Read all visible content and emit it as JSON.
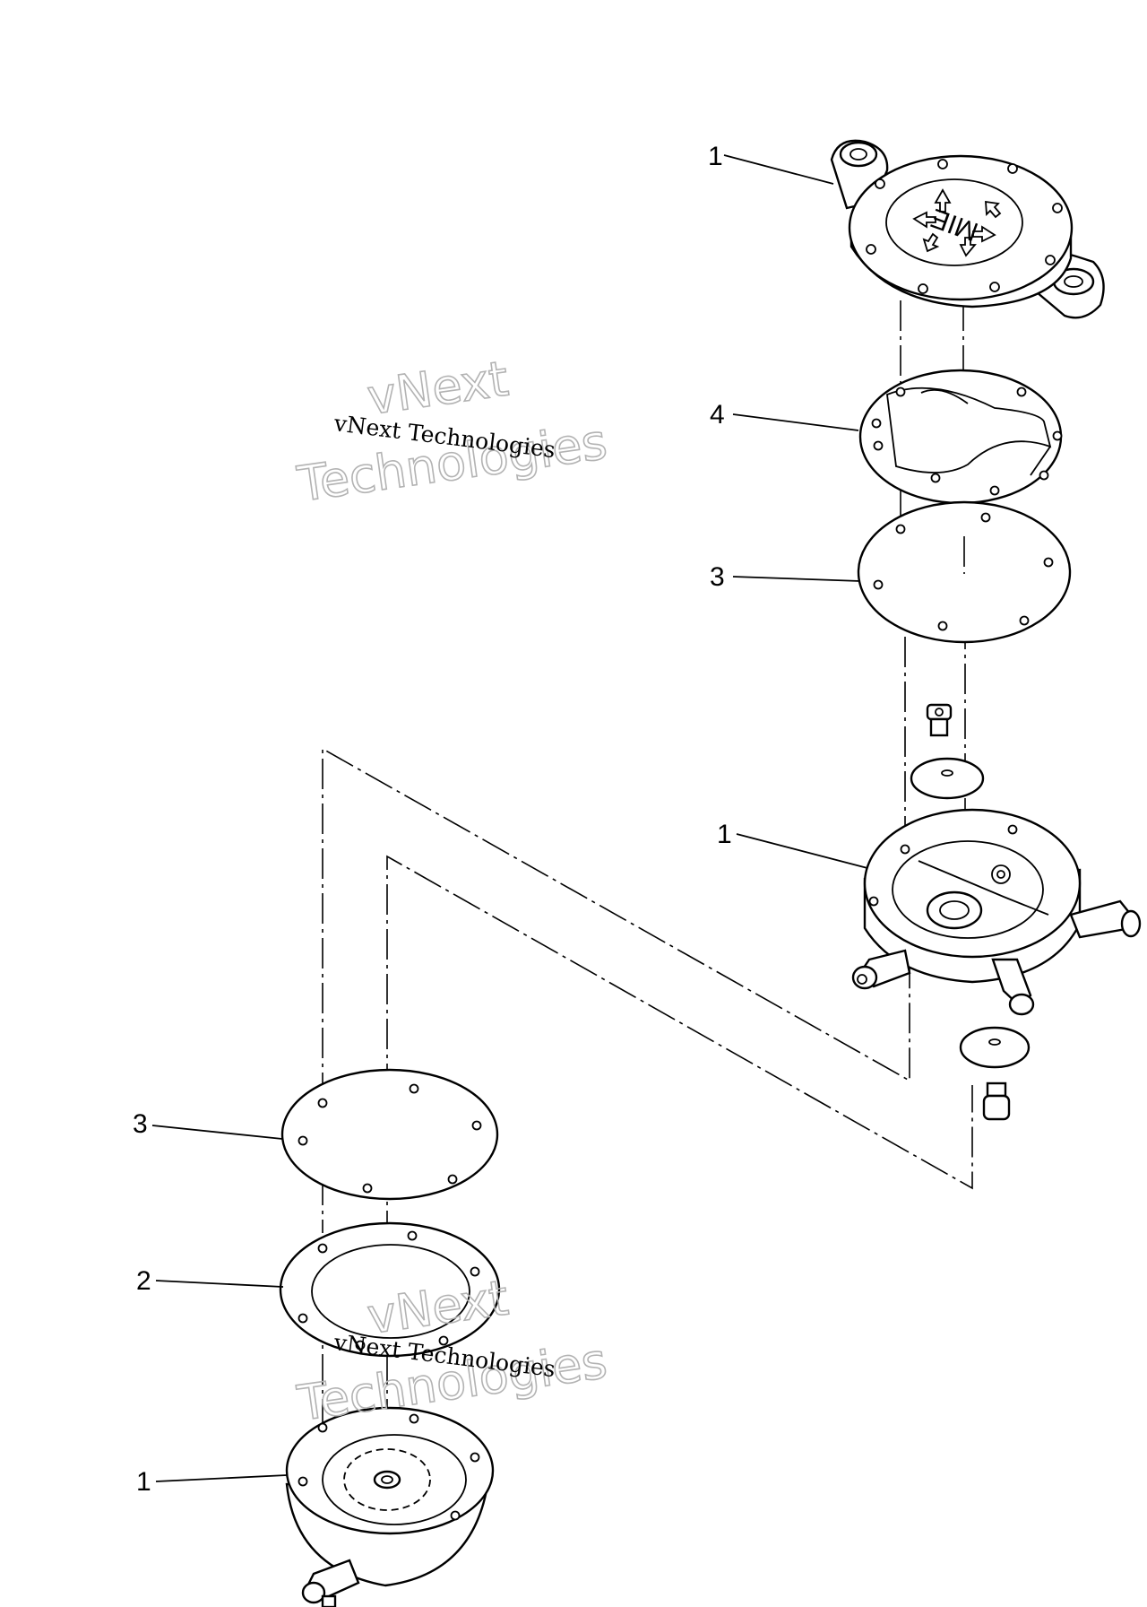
{
  "diagram": {
    "callouts": {
      "top_housing": "1",
      "top_gasket": "4",
      "top_diaphragm": "3",
      "middle_body": "1",
      "lower_diaphragm": "3",
      "lower_gasket": "2",
      "lower_housing": "1"
    },
    "cover_marking": "MIE",
    "watermark": {
      "text": "vNext Technologies",
      "outline_line1": "vNext",
      "outline_line2": "Technologies"
    }
  }
}
